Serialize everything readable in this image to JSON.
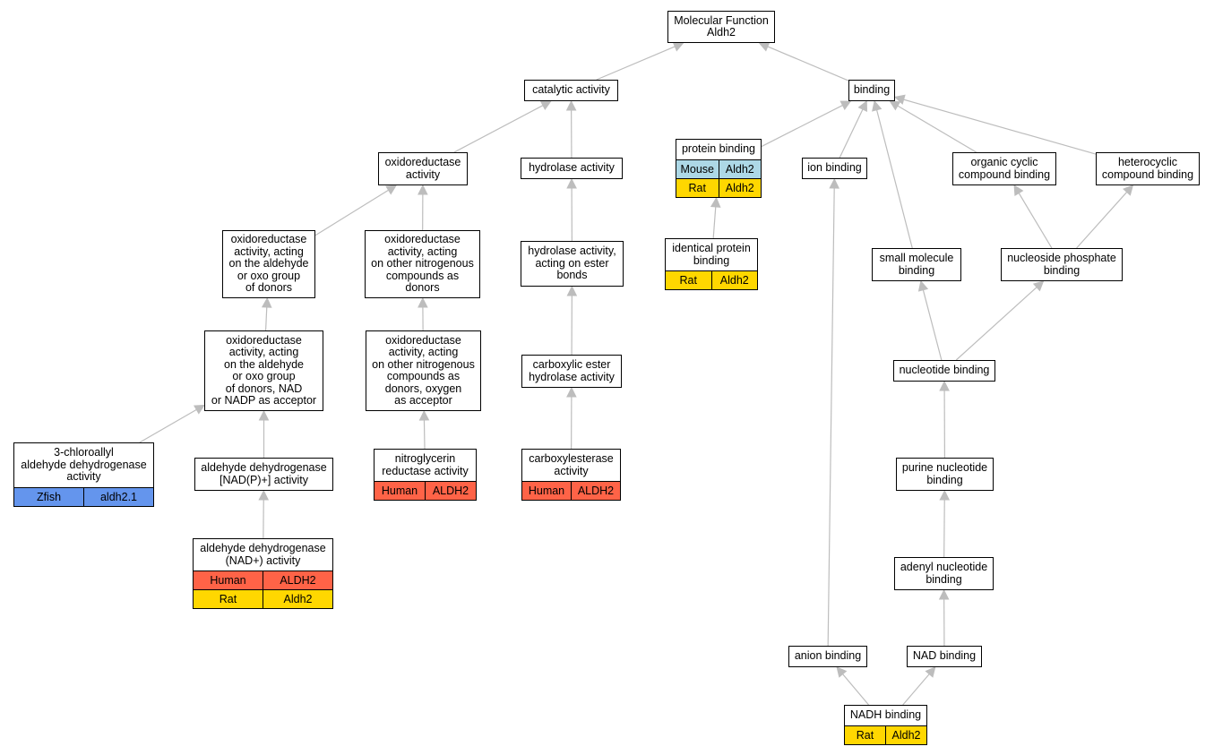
{
  "colors": {
    "edge": "#bdbdbd",
    "Human": "#ff6347",
    "Rat": "#ffd700",
    "Mouse": "#add8e6",
    "Zfish": "#6495ed"
  },
  "nodes": {
    "mf": {
      "label": "Molecular Function\nAldh2",
      "rows": []
    },
    "catalytic": {
      "label": "catalytic activity",
      "rows": []
    },
    "binding": {
      "label": "binding",
      "rows": []
    },
    "oxidoreductase": {
      "label": "oxidoreductase\nactivity",
      "rows": []
    },
    "hydrolase": {
      "label": "hydrolase activity",
      "rows": []
    },
    "protein_binding": {
      "label": "protein binding",
      "rows": [
        [
          "Mouse",
          "Aldh2"
        ],
        [
          "Rat",
          "Aldh2"
        ]
      ]
    },
    "ion_binding": {
      "label": "ion binding",
      "rows": []
    },
    "organic_cyclic": {
      "label": "organic cyclic\ncompound binding",
      "rows": []
    },
    "heterocyclic": {
      "label": "heterocyclic\ncompound binding",
      "rows": []
    },
    "oxido_aldehyde": {
      "label": "oxidoreductase\nactivity, acting\non the aldehyde\nor oxo group\nof donors",
      "rows": []
    },
    "oxido_nitrogen": {
      "label": "oxidoreductase\nactivity, acting\non other nitrogenous\ncompounds as\ndonors",
      "rows": []
    },
    "hydrolase_ester": {
      "label": "hydrolase activity,\nacting on ester\nbonds",
      "rows": []
    },
    "identical_protein": {
      "label": "identical protein\nbinding",
      "rows": [
        [
          "Rat",
          "Aldh2"
        ]
      ]
    },
    "small_molecule": {
      "label": "small molecule\nbinding",
      "rows": []
    },
    "nucleoside_phosphate": {
      "label": "nucleoside phosphate\nbinding",
      "rows": []
    },
    "oxido_aldehyde_nad": {
      "label": "oxidoreductase\nactivity, acting\non the aldehyde\nor oxo group\nof donors, NAD\nor NADP as acceptor",
      "rows": []
    },
    "oxido_nitrogen_oxygen": {
      "label": "oxidoreductase\nactivity, acting\non other nitrogenous\ncompounds as\ndonors, oxygen\nas acceptor",
      "rows": []
    },
    "carboxylic_ester": {
      "label": "carboxylic ester\nhydrolase activity",
      "rows": []
    },
    "nucleotide_binding": {
      "label": "nucleotide binding",
      "rows": []
    },
    "chloroallyl": {
      "label": "3-chloroallyl\naldehyde dehydrogenase\nactivity",
      "rows": [
        [
          "Zfish",
          "aldh2.1"
        ]
      ]
    },
    "aldh_nadp": {
      "label": "aldehyde dehydrogenase\n[NAD(P)+] activity",
      "rows": []
    },
    "nitroglycerin": {
      "label": "nitroglycerin\nreductase activity",
      "rows": [
        [
          "Human",
          "ALDH2"
        ]
      ]
    },
    "carboxylesterase": {
      "label": "carboxylesterase\nactivity",
      "rows": [
        [
          "Human",
          "ALDH2"
        ]
      ]
    },
    "purine_nucleotide": {
      "label": "purine nucleotide\nbinding",
      "rows": []
    },
    "aldh_nad": {
      "label": "aldehyde dehydrogenase\n(NAD+) activity",
      "rows": [
        [
          "Human",
          "ALDH2"
        ],
        [
          "Rat",
          "Aldh2"
        ]
      ]
    },
    "adenyl_nucleotide": {
      "label": "adenyl nucleotide\nbinding",
      "rows": []
    },
    "anion_binding": {
      "label": "anion binding",
      "rows": []
    },
    "nad_binding": {
      "label": "NAD binding",
      "rows": []
    },
    "nadh_binding": {
      "label": "NADH binding",
      "rows": [
        [
          "Rat",
          "Aldh2"
        ]
      ]
    }
  },
  "edges": [
    [
      "catalytic",
      "mf"
    ],
    [
      "binding",
      "mf"
    ],
    [
      "oxidoreductase",
      "catalytic"
    ],
    [
      "hydrolase",
      "catalytic"
    ],
    [
      "protein_binding",
      "binding"
    ],
    [
      "ion_binding",
      "binding"
    ],
    [
      "small_molecule",
      "binding"
    ],
    [
      "organic_cyclic",
      "binding"
    ],
    [
      "heterocyclic",
      "binding"
    ],
    [
      "oxido_aldehyde",
      "oxidoreductase"
    ],
    [
      "oxido_nitrogen",
      "oxidoreductase"
    ],
    [
      "hydrolase_ester",
      "hydrolase"
    ],
    [
      "identical_protein",
      "protein_binding"
    ],
    [
      "nucleoside_phosphate",
      "organic_cyclic"
    ],
    [
      "nucleoside_phosphate",
      "heterocyclic"
    ],
    [
      "oxido_aldehyde_nad",
      "oxido_aldehyde"
    ],
    [
      "oxido_nitrogen_oxygen",
      "oxido_nitrogen"
    ],
    [
      "carboxylic_ester",
      "hydrolase_ester"
    ],
    [
      "nucleotide_binding",
      "small_molecule"
    ],
    [
      "nucleotide_binding",
      "nucleoside_phosphate"
    ],
    [
      "chloroallyl",
      "oxido_aldehyde_nad"
    ],
    [
      "aldh_nadp",
      "oxido_aldehyde_nad"
    ],
    [
      "nitroglycerin",
      "oxido_nitrogen_oxygen"
    ],
    [
      "carboxylesterase",
      "carboxylic_ester"
    ],
    [
      "purine_nucleotide",
      "nucleotide_binding"
    ],
    [
      "aldh_nad",
      "aldh_nadp"
    ],
    [
      "adenyl_nucleotide",
      "purine_nucleotide"
    ],
    [
      "nad_binding",
      "adenyl_nucleotide"
    ],
    [
      "anion_binding",
      "ion_binding"
    ],
    [
      "nadh_binding",
      "anion_binding"
    ],
    [
      "nadh_binding",
      "nad_binding"
    ]
  ]
}
